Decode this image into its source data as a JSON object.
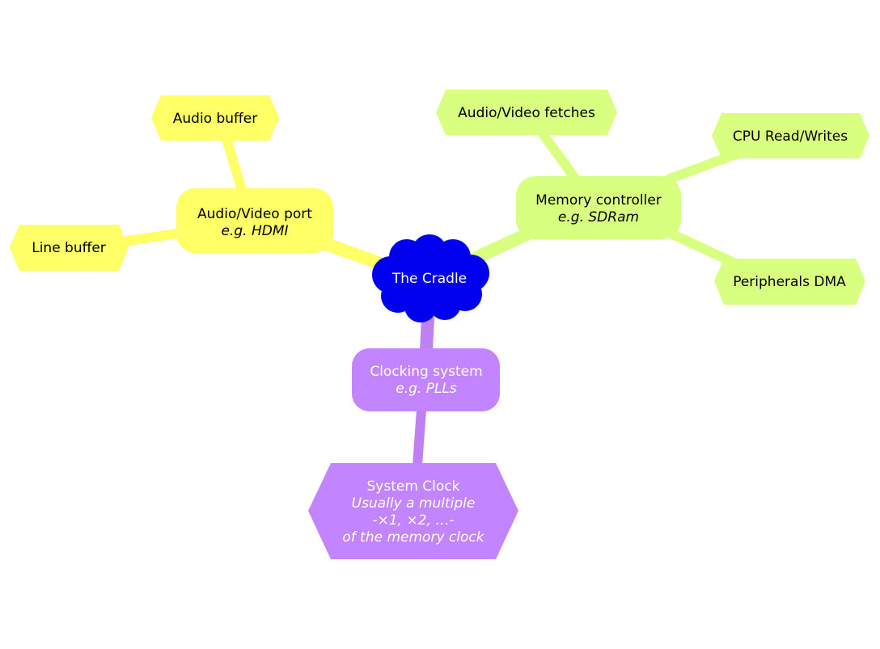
{
  "colors": {
    "root": "#0000ee",
    "root_text": "#ffffff",
    "yellow": "#ffff66",
    "yellow_edge": "#ffff66",
    "green": "#d9ff80",
    "green_edge": "#d9ff80",
    "purple": "#c285ff",
    "purple_edge": "#bf80f2",
    "dark_text": "#000000",
    "light_text": "#ffffff"
  },
  "mindmap": {
    "root": {
      "label": "The Cradle"
    },
    "audio_video_port": {
      "line1": "Audio/Video port",
      "line2": "e.g. HDMI"
    },
    "audio_buffer": {
      "label": "Audio buffer"
    },
    "line_buffer": {
      "label": "Line buffer"
    },
    "memory_controller": {
      "line1": "Memory controller",
      "line2": "e.g. SDRam"
    },
    "av_fetches": {
      "label": "Audio/Video fetches"
    },
    "cpu_rw": {
      "label": "CPU Read/Writes"
    },
    "peripherals_dma": {
      "label": "Peripherals DMA"
    },
    "clocking_system": {
      "line1": "Clocking system",
      "line2": "e.g. PLLs"
    },
    "system_clock": {
      "line1": "System Clock",
      "line2": "Usually a multiple",
      "line3": "-×1, ×2, …-",
      "line4": "of the memory clock"
    }
  }
}
